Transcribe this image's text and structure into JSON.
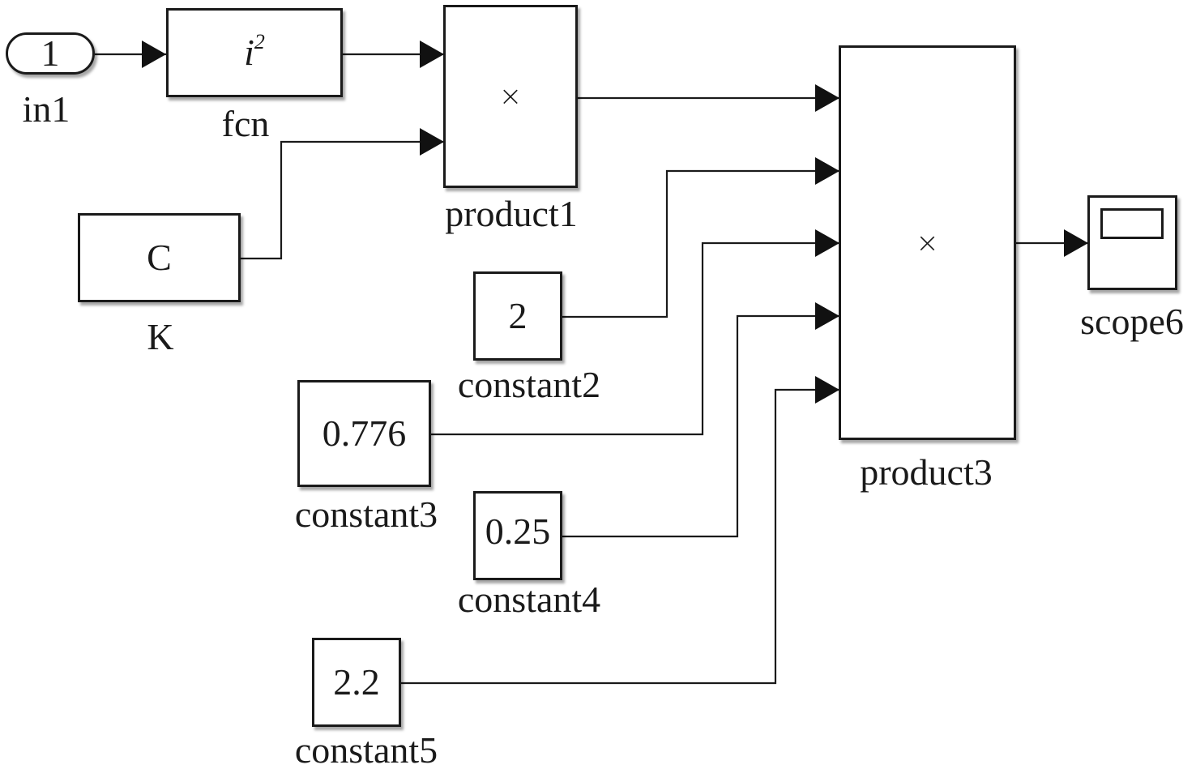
{
  "diagram": {
    "type": "simulink-block-diagram",
    "blocks": {
      "in1": {
        "name": "in1",
        "content": "1",
        "kind": "inport"
      },
      "fcn": {
        "name": "fcn",
        "content_base": "i",
        "content_exp": "2",
        "kind": "function"
      },
      "K": {
        "name": "K",
        "content": "C",
        "kind": "constant"
      },
      "product1": {
        "name": "product1",
        "content": "×",
        "kind": "product",
        "inputs": 2
      },
      "constant2": {
        "name": "constant2",
        "content": "2",
        "kind": "constant"
      },
      "constant3": {
        "name": "constant3",
        "content": "0.776",
        "kind": "constant"
      },
      "constant4": {
        "name": "constant4",
        "content": "0.25",
        "kind": "constant"
      },
      "constant5": {
        "name": "constant5",
        "content": "2.2",
        "kind": "constant"
      },
      "product3": {
        "name": "product3",
        "content": "×",
        "kind": "product",
        "inputs": 5
      },
      "scope6": {
        "name": "scope6",
        "kind": "scope"
      }
    },
    "connections": [
      {
        "from": "in1",
        "to": "fcn",
        "port": 1
      },
      {
        "from": "fcn",
        "to": "product1",
        "port": 1
      },
      {
        "from": "K",
        "to": "product1",
        "port": 2
      },
      {
        "from": "product1",
        "to": "product3",
        "port": 1
      },
      {
        "from": "constant2",
        "to": "product3",
        "port": 2
      },
      {
        "from": "constant3",
        "to": "product3",
        "port": 3
      },
      {
        "from": "constant4",
        "to": "product3",
        "port": 4
      },
      {
        "from": "constant5",
        "to": "product3",
        "port": 5
      },
      {
        "from": "product3",
        "to": "scope6",
        "port": 1
      }
    ]
  }
}
